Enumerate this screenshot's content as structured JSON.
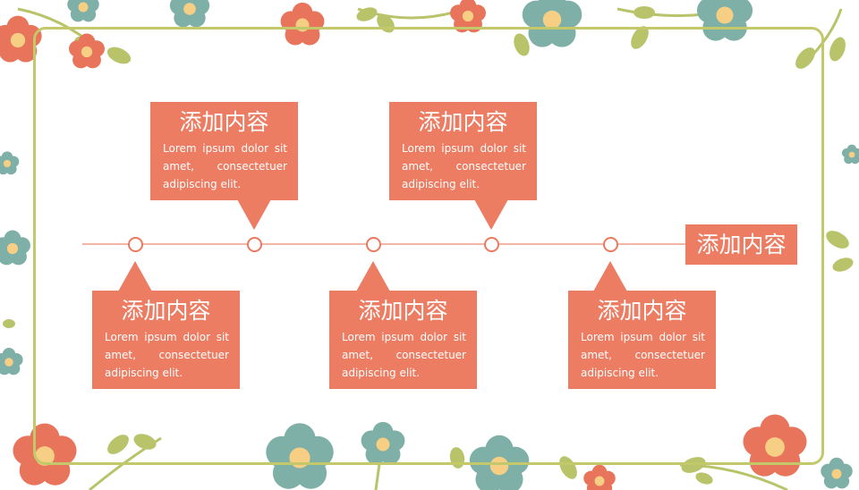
{
  "colors": {
    "accent": "#ec7c62",
    "line": "#f3b6a6",
    "frame": "#c3c86a",
    "flower_coral": "#e8755b",
    "flower_teal": "#7fb0a8",
    "flower_center": "#f6cf85",
    "leaf": "#b9c46a"
  },
  "timeline": {
    "end_label": "添加内容",
    "cards": [
      {
        "title": "添加内容",
        "lines": [
          "Lorem ipsum dolor sit",
          "amet, consectetuer",
          "adipiscing elit."
        ]
      },
      {
        "title": "添加内容",
        "lines": [
          "Lorem ipsum dolor sit",
          "amet, consectetuer",
          "adipiscing elit."
        ]
      },
      {
        "title": "添加内容",
        "lines": [
          "Lorem ipsum dolor sit",
          "amet, consectetuer",
          "adipiscing elit."
        ]
      },
      {
        "title": "添加内容",
        "lines": [
          "Lorem ipsum dolor sit",
          "amet, consectetuer",
          "adipiscing elit."
        ]
      },
      {
        "title": "添加内容",
        "lines": [
          "Lorem ipsum dolor sit",
          "amet, consectetuer",
          "adipiscing elit."
        ]
      }
    ]
  },
  "decorations": {
    "flower_icon": "flower-icon",
    "leaf_icon": "leaf-icon"
  }
}
